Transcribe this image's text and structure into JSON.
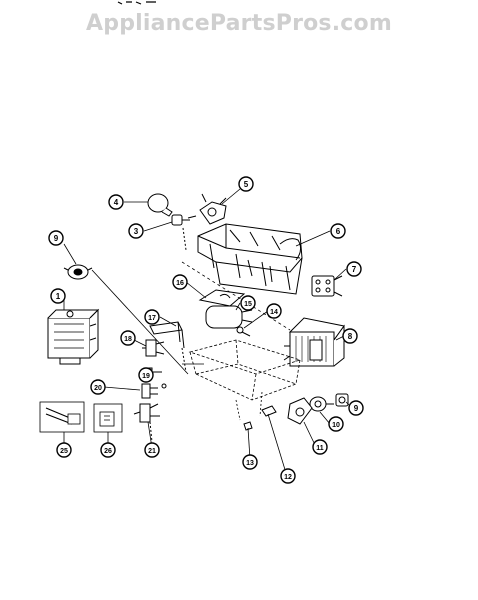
{
  "watermark": "AppliancePartsPros.com",
  "callouts": [
    {
      "id": "c4",
      "label": "4"
    },
    {
      "id": "c5",
      "label": "5"
    },
    {
      "id": "c3",
      "label": "3"
    },
    {
      "id": "c6",
      "label": "6"
    },
    {
      "id": "c9a",
      "label": "9"
    },
    {
      "id": "c7",
      "label": "7"
    },
    {
      "id": "c16",
      "label": "16"
    },
    {
      "id": "c1",
      "label": "1"
    },
    {
      "id": "c15",
      "label": "15"
    },
    {
      "id": "c14",
      "label": "14"
    },
    {
      "id": "c17",
      "label": "17"
    },
    {
      "id": "c8",
      "label": "8"
    },
    {
      "id": "c18",
      "label": "18"
    },
    {
      "id": "c19",
      "label": "19"
    },
    {
      "id": "c20",
      "label": "20"
    },
    {
      "id": "c9b",
      "label": "9"
    },
    {
      "id": "c10",
      "label": "10"
    },
    {
      "id": "c25",
      "label": "25"
    },
    {
      "id": "c26",
      "label": "26"
    },
    {
      "id": "c21",
      "label": "21"
    },
    {
      "id": "c11",
      "label": "11"
    },
    {
      "id": "c13",
      "label": "13"
    },
    {
      "id": "c12",
      "label": "12"
    }
  ]
}
